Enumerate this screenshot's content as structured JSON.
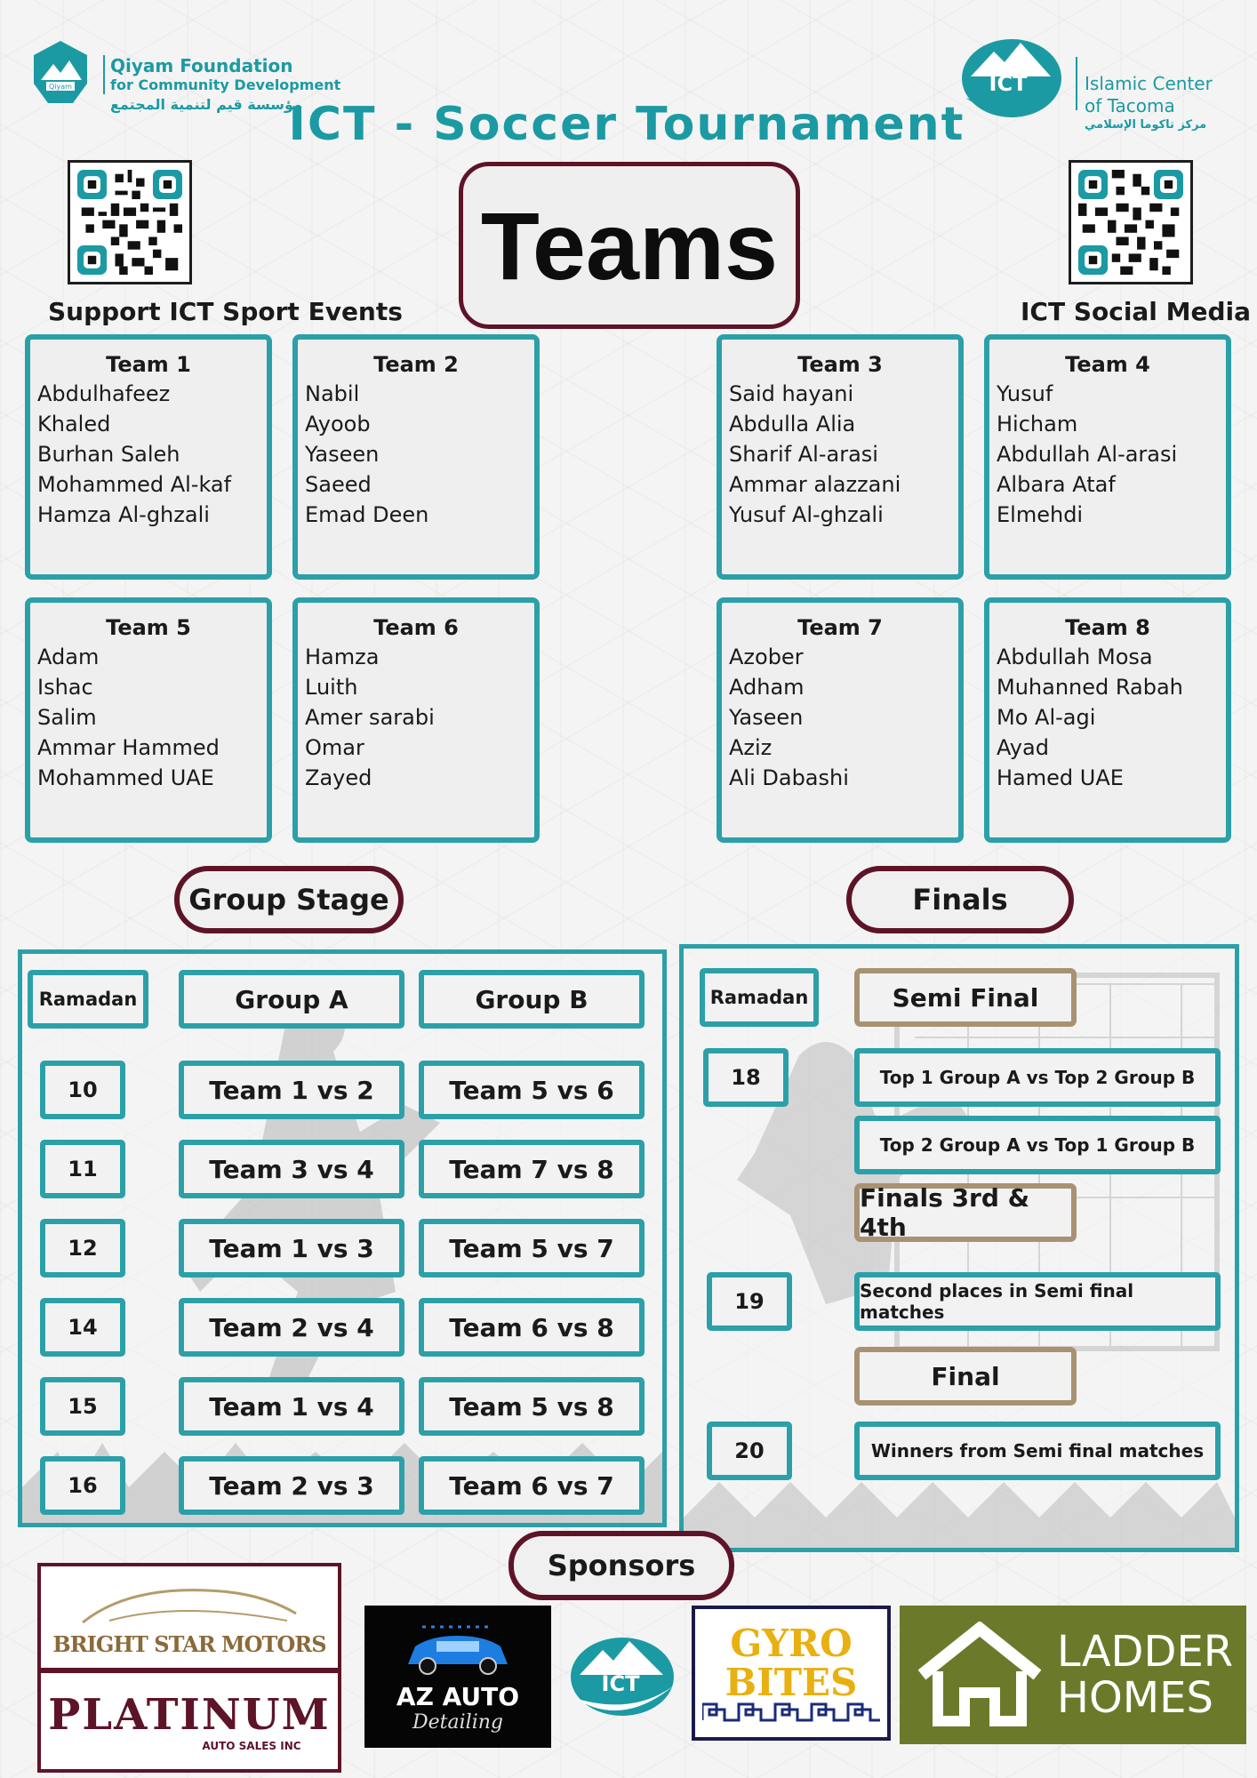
{
  "header": {
    "org_left": {
      "line1": "Qiyam Foundation",
      "line2": "for Community Development",
      "arabic": "مؤسسة قيم لتنمية المجتمع",
      "emblem_text": "Qiyam"
    },
    "org_right": {
      "line1": "Islamic Center",
      "line2": "of Tacoma",
      "arabic": "مركز تاكوما الإسلامي",
      "emblem_text": "ICT"
    },
    "title": "ICT - Soccer Tournament",
    "page_title": "Teams"
  },
  "qr": {
    "left_caption": "Support ICT Sport Events",
    "right_caption": "ICT Social Media"
  },
  "teams": [
    {
      "name": "Team 1",
      "members": [
        "Abdulhafeez",
        "Khaled",
        "Burhan Saleh",
        "Mohammed Al-kaf",
        "Hamza Al-ghzali"
      ]
    },
    {
      "name": "Team 2",
      "members": [
        "Nabil",
        "Ayoob",
        "Yaseen",
        "Saeed",
        "Emad Deen"
      ]
    },
    {
      "name": "Team 3",
      "members": [
        "Said hayani",
        "Abdulla Alia",
        "Sharif Al-arasi",
        "Ammar alazzani",
        "Yusuf Al-ghzali"
      ]
    },
    {
      "name": "Team 4",
      "members": [
        "Yusuf",
        "Hicham",
        "Abdullah Al-arasi",
        "Albara Ataf",
        "Elmehdi"
      ]
    },
    {
      "name": "Team 5",
      "members": [
        "Adam",
        "Ishac",
        "Salim",
        "Ammar Hammed",
        "Mohammed UAE"
      ]
    },
    {
      "name": "Team 6",
      "members": [
        "Hamza",
        "Luith",
        "Amer sarabi",
        "Omar",
        "Zayed"
      ]
    },
    {
      "name": "Team 7",
      "members": [
        "Azober",
        "Adham",
        "Yaseen",
        "Aziz",
        "Ali Dabashi"
      ]
    },
    {
      "name": "Team 8",
      "members": [
        "Abdullah Mosa",
        "Muhanned Rabah",
        "Mo Al-agi",
        "Ayad",
        "Hamed UAE"
      ]
    }
  ],
  "group_stage": {
    "title": "Group Stage",
    "col_day": "Ramadan",
    "col_a": "Group A",
    "col_b": "Group B",
    "rows": [
      {
        "day": "10",
        "a": "Team 1 vs 2",
        "b": "Team 5 vs 6"
      },
      {
        "day": "11",
        "a": "Team 3 vs 4",
        "b": "Team 7 vs 8"
      },
      {
        "day": "12",
        "a": "Team 1 vs 3",
        "b": "Team 5 vs 7"
      },
      {
        "day": "14",
        "a": "Team 2 vs 4",
        "b": "Team 6 vs 8"
      },
      {
        "day": "15",
        "a": "Team 1 vs 4",
        "b": "Team 5 vs 8"
      },
      {
        "day": "16",
        "a": "Team 2 vs 3",
        "b": "Team 6 vs 7"
      }
    ]
  },
  "finals": {
    "title": "Finals",
    "col_day": "Ramadan",
    "semi_label": "Semi Final",
    "semi_day": "18",
    "semi_match_1": "Top 1 Group A vs Top 2 Group B",
    "semi_match_2": "Top 2 Group A vs Top  1 Group B",
    "third_label": "Finals 3rd & 4th",
    "third_day": "19",
    "third_match": "Second places in Semi final matches",
    "final_label": "Final",
    "final_day": "20",
    "final_match": "Winners from Semi final matches"
  },
  "sponsors": {
    "title": "Sponsors",
    "bright_star": "BRIGHT STAR MOTORS",
    "platinum": "PLATINUM",
    "platinum_sub": "AUTO SALES INC",
    "az_auto": "AZ AUTO",
    "az_auto_sub": "Detailing",
    "ict": "ICT",
    "gyro_1": "GYRO",
    "gyro_2": "BITES",
    "ladder_1": "LADDER",
    "ladder_2": "HOMES"
  },
  "colors": {
    "teal": "#2ba0a8",
    "maroon": "#5e1428",
    "gold": "#a89273",
    "ladder_green": "#6b7a2a"
  }
}
